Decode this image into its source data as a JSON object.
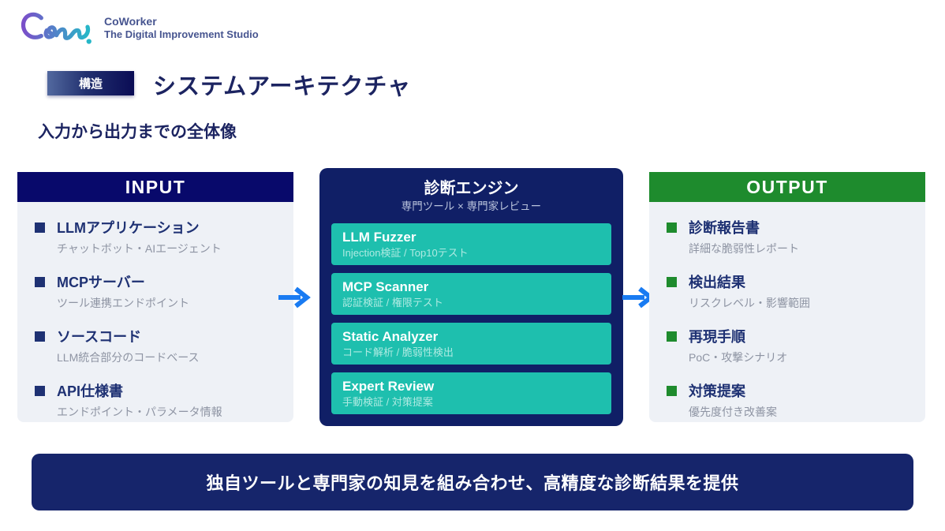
{
  "brand": {
    "logo_mark": "Cow-script-logo",
    "name": "CoWorker",
    "tagline": "The Digital Improvement Studio"
  },
  "header": {
    "badge": "構造",
    "title": "システムアーキテクチャ",
    "subtitle": "入力から出力までの全体像"
  },
  "diagram": {
    "input": {
      "title": "INPUT",
      "items": [
        {
          "label": "LLMアプリケーション",
          "desc": "チャットボット・AIエージェント"
        },
        {
          "label": "MCPサーバー",
          "desc": "ツール連携エンドポイント"
        },
        {
          "label": "ソースコード",
          "desc": "LLM統合部分のコードベース"
        },
        {
          "label": "API仕様書",
          "desc": "エンドポイント・パラメータ情報"
        }
      ]
    },
    "engine": {
      "title": "診断エンジン",
      "subtitle": "専門ツール × 専門家レビュー",
      "tools": [
        {
          "name": "LLM Fuzzer",
          "desc": "Injection検証 / Top10テスト"
        },
        {
          "name": "MCP Scanner",
          "desc": "認証検証 / 権限テスト"
        },
        {
          "name": "Static Analyzer",
          "desc": "コード解析 / 脆弱性検出"
        },
        {
          "name": "Expert Review",
          "desc": "手動検証 / 対策提案"
        }
      ]
    },
    "output": {
      "title": "OUTPUT",
      "items": [
        {
          "label": "診断報告書",
          "desc": "詳細な脆弱性レポート"
        },
        {
          "label": "検出結果",
          "desc": "リスクレベル・影響範囲"
        },
        {
          "label": "再現手順",
          "desc": "PoC・攻撃シナリオ"
        },
        {
          "label": "対策提案",
          "desc": "優先度付き改善案"
        }
      ]
    }
  },
  "footer": {
    "banner": "独自ツールと専門家の知見を組み合わせ、高精度な診断結果を提供"
  },
  "colors": {
    "navy_header": "#08096b",
    "engine_navy": "#101f66",
    "teal": "#1ebfae",
    "teal_subtext": "#aeeae2",
    "green": "#1e8b2d",
    "arrow_blue": "#197bf2",
    "panel_bg": "#eef1f6",
    "item_navy": "#1e3173",
    "subtext_gray": "#8e94a3",
    "banner_navy": "#16256b",
    "title_navy": "#1c2461",
    "logo_gradient_start": "#7a4fc9",
    "logo_gradient_end": "#27b7c8"
  }
}
